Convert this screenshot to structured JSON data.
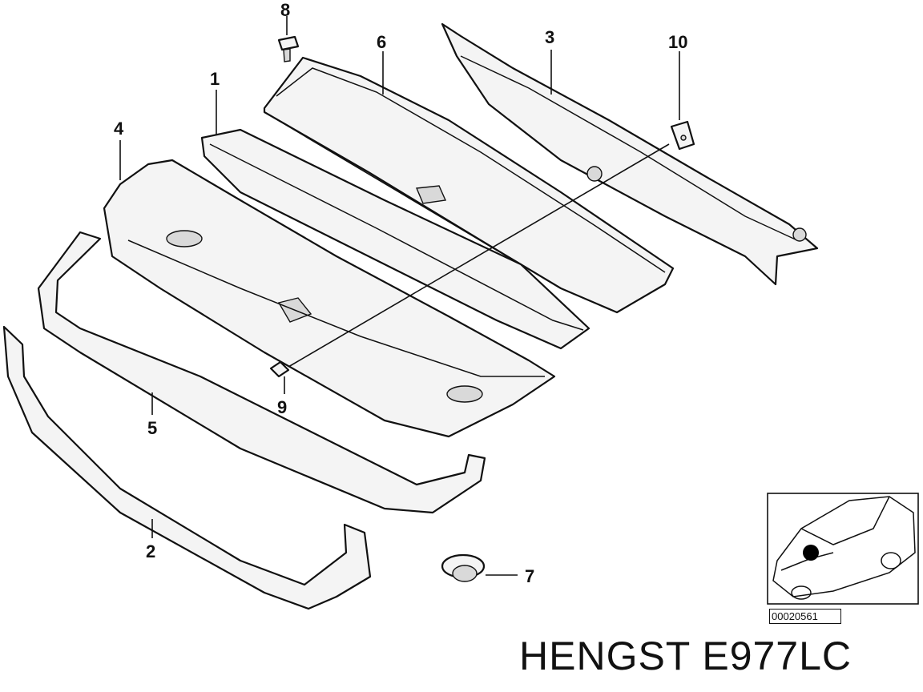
{
  "callouts": {
    "c1": "1",
    "c2": "2",
    "c3": "3",
    "c4": "4",
    "c5": "5",
    "c6": "6",
    "c7": "7",
    "c8": "8",
    "c9": "9",
    "c10": "10"
  },
  "inset": {
    "code": "00020561"
  },
  "caption": "HENGST E977LC"
}
